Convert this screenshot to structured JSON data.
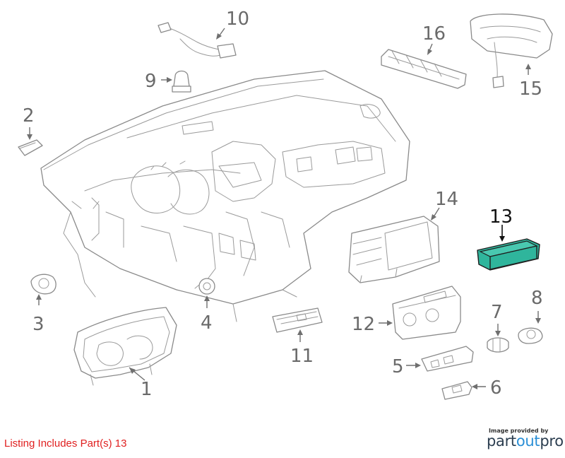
{
  "footer": {
    "listing_text": "Listing Includes Part(s) 13",
    "provided_by": "Image provided by",
    "brand_part1": "part",
    "brand_part2": "out",
    "brand_part3": "pro"
  },
  "callouts": {
    "c1": "1",
    "c2": "2",
    "c3": "3",
    "c4": "4",
    "c5": "5",
    "c6": "6",
    "c7": "7",
    "c8": "8",
    "c9": "9",
    "c10": "10",
    "c11": "11",
    "c12": "12",
    "c13": "13",
    "c14": "14",
    "c15": "15",
    "c16": "16"
  },
  "colors": {
    "highlight": "#2fb59c",
    "listing_text": "#e02020",
    "line_art": "#8a8a8a",
    "brand_dark": "#2c3e50",
    "brand_blue": "#2a8fd6"
  },
  "highlighted_part": "13"
}
